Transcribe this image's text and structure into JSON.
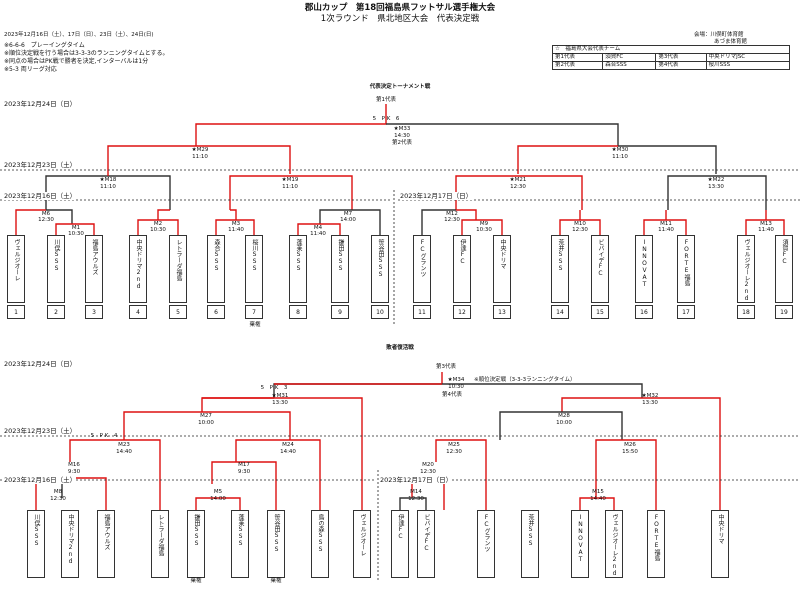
{
  "header": {
    "title": "郡山カップ　第18回福島県フットサル選手権大会",
    "subtitle": "1次ラウンド　県北地区大会　代表決定戦",
    "dates": "2023年12月16日（土）、17日（日）、23日（土）、24日(日)",
    "venue1": "会場：川俣町体育館",
    "venue2": "あづま体育館",
    "rules": [
      "※6-6-6　プレーイングタイム",
      "※順位決定戦を行う場合は3-3-3のランニングタイムとする。",
      "※同点の場合はPK戦で勝者を決定,インターバルは1分",
      "※5-3 両リーグ対応"
    ]
  },
  "ranking": {
    "heading": "☆　福島県大会代表チーム",
    "rows": [
      [
        "第1代表",
        "須賀FC",
        "第3代表",
        "中央ドリマJSC"
      ],
      [
        "第2代表",
        "森合SSS",
        "第4代表",
        "桜川SSS"
      ]
    ]
  },
  "top": {
    "section_title": "代表決定トーナメント戦",
    "final_date": "2023年12月24日（日）",
    "rep1": "第1代表",
    "rep2": "第2代表",
    "pk": "5　P K　6",
    "m33": "★M33",
    "m33_time": "14:30",
    "m29": "★M29",
    "m29_time": "11:10",
    "m30": "★M30",
    "m30_time": "11:10",
    "date_23": "2023年12月23日（土）",
    "m18": "★M18",
    "m18_time": "11:10",
    "m19": "★M19",
    "m19_time": "11:10",
    "m21": "★M21",
    "m21_time": "12:30",
    "m22": "★M22",
    "m22_time": "13:30",
    "date_16": "2023年12月16日（土）",
    "date_17": "2023年12月17日（日）",
    "m6": "M6",
    "m6_time": "12:30",
    "m1": "M1",
    "m1_time": "10:30",
    "m2": "M2",
    "m2_time": "10:30",
    "m3": "M3",
    "m3_time": "11:40",
    "m4": "M4",
    "m4_time": "11:40",
    "m7": "M7",
    "m7_time": "14:00",
    "m12": "M12",
    "m12_time": "12:30",
    "m9": "M9",
    "m9_time": "10:30",
    "m10": "M10",
    "m10_time": "12:30",
    "m11": "M11",
    "m11_time": "11:40",
    "m13": "M13",
    "m13_time": "11:40",
    "teams": [
      "ヴェルジオーレ",
      "川俣SSS",
      "福島アウルズ",
      "中央ドリマ2nd",
      "レトラーダ福島",
      "森合SSS",
      "桜川SSS",
      "蓬莱SSS",
      "鎌田SSS",
      "笹谷田SSS",
      "FCグランツ",
      "伊達FC",
      "中央ドリマ",
      "荒井SSS",
      "ビバイデFC",
      "INNOVAT",
      "FORTE福島",
      "ヴェルジオーレ2nd",
      "須賀FC"
    ],
    "numbers": [
      "1",
      "2",
      "3",
      "4",
      "5",
      "6",
      "7",
      "8",
      "9",
      "10",
      "11",
      "12",
      "13",
      "14",
      "15",
      "16",
      "17",
      "18",
      "19"
    ],
    "shared": "棄権"
  },
  "bottom": {
    "section_title": "敗者復活戦",
    "date_24": "2023年12月24日（日）",
    "rep3": "第3代表",
    "rep4": "第4代表",
    "m34": "★M34",
    "m34_time": "10:30",
    "m34_note": "※順位決定戦（3-3-3ランニングタイム）",
    "m31": "★M31",
    "m31_time": "13:30",
    "m32": "★M32",
    "m32_time": "13:30",
    "pk1": "5　P K　3",
    "m27": "M27",
    "m27_time": "10:00",
    "m28": "M28",
    "m28_time": "10:00",
    "date_23": "2023年12月23日（土）",
    "pk2": "5　P K　4",
    "m23": "M23",
    "m23_time": "14:40",
    "m24": "M24",
    "m24_time": "14:40",
    "m25": "M25",
    "m25_time": "12:30",
    "m26": "M26",
    "m26_time": "15:50",
    "date_16": "2023年12月16日（土）",
    "date_17": "2023年12月17日（日）",
    "m16": "M16",
    "m16_time": "9:30",
    "m17": "M17",
    "m17_time": "9:30",
    "m20": "M20",
    "m20_time": "12:30",
    "m8": "M8",
    "m8_time": "12:30",
    "m5": "M5",
    "m5_time": "14:00",
    "m14": "M14",
    "m14_time": "12:30",
    "m15": "M15",
    "m15_time": "14:40",
    "teams": [
      "川俣SSS",
      "中央ドリマ2nd",
      "福島アウルズ",
      "レトラーダ福島",
      "鎌田SSS",
      "蓬莱SSS",
      "笹谷田SSS",
      "鳥の森SSS",
      "ヴェルジオーレ",
      "伊達FC",
      "ビバイデFC",
      "FCグランツ",
      "荒井SSS",
      "INNOVAT",
      "ヴェルジオーレ2nd",
      "FORTE福島",
      "中央ドリマ"
    ],
    "shared1": "棄権",
    "shared2": "棄権"
  }
}
